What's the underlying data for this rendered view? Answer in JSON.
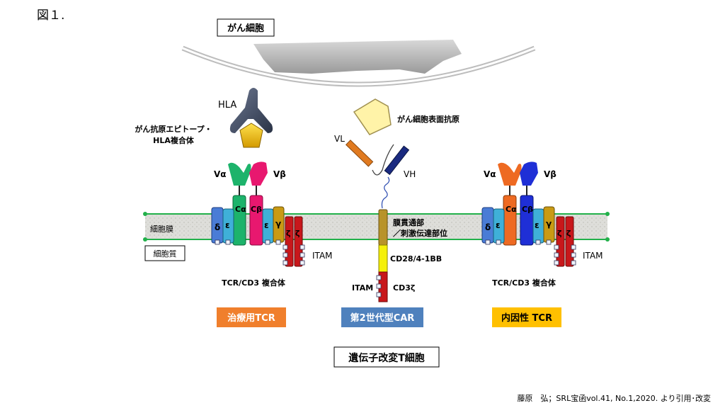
{
  "figure_label": "図１.",
  "cancer_cell_label": "がん細胞",
  "hla_label": "HLA",
  "epitope_label_line1": "がん抗原エピトープ・",
  "epitope_label_line2": "HLA複合体",
  "surface_antigen_label": "がん細胞表面抗原",
  "vl_label": "VL",
  "vh_label": "VH",
  "membrane_label": "細胞膜",
  "cytoplasm_label": "細胞質",
  "tm_label_line1": "膜貫通部",
  "tm_label_line2": "／刺激伝達部位",
  "costim_label": "CD28/4-1BB",
  "cd3z_label": "CD3ζ",
  "itam_label": "ITAM",
  "v_alpha": "Vα",
  "v_beta": "Vβ",
  "c_alpha": "Cα",
  "c_beta": "Cβ",
  "delta": "δ",
  "epsilon": "ε",
  "gamma": "γ",
  "zeta": "ζ",
  "complex_label": "TCR/CD3 複合体",
  "therapeutic_tcr_label": "治療用TCR",
  "car_label": "第2世代型CAR",
  "endogenous_tcr_label": "内因性 TCR",
  "bottom_title": "遺伝子改変T細胞",
  "citation": "藤原　弘；SRL宝函vol.41, No.1,2020. より引用･改変",
  "colors": {
    "therapeutic_tcr": "#f07f2c",
    "car": "#4f81bd",
    "endogenous_tcr": "#ffc000",
    "membrane_line": "#22b04a",
    "tcr1_alpha": "#1db36b",
    "tcr1_beta": "#e8186f",
    "tcr2_alpha": "#ee6a22",
    "tcr2_beta": "#1f2fd6",
    "hla": "#3f4a5e",
    "epitope": "#f2c40f",
    "antigen": "#fff0a0"
  }
}
